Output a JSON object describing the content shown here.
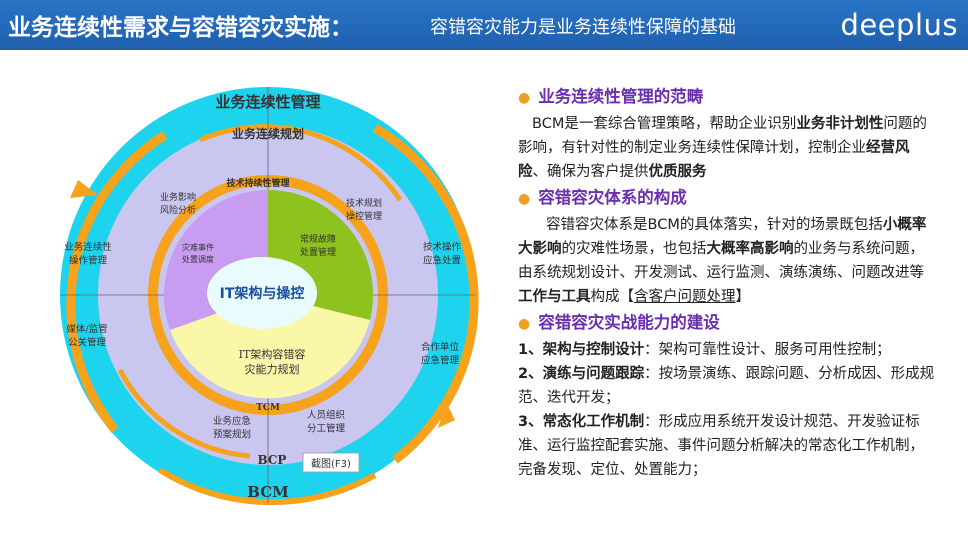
{
  "header": {
    "title_main": "业务连续性需求与容错容灾实施：",
    "title_sub": "容错容灾能力是业务连续性保障的基础",
    "logo": "deeplus"
  },
  "diagram": {
    "outer_ring": "业务连续性管理",
    "second_ring": "业务连续规划",
    "third_ring": "技术持续性管理",
    "center": "IT架构与操控",
    "bottom_labels": {
      "bcm": "BCM",
      "bcp": "BCP",
      "tcm": "TCM"
    },
    "pie": {
      "purple": "灾难事件\n处置调度",
      "green": "常规故障\n处置管理",
      "yellow": "IT架构容错容\n灾能力规划"
    },
    "ring_labels": {
      "biz_impact": "业务影响\n风险分析",
      "tech_plan": "技术规划\n操控管理",
      "bcm_ops": "业务连续性\n操作管理",
      "tech_ops": "技术操作\n应急处置",
      "media": "媒体/监管\n公关管理",
      "partner": "合作单位\n应急管理",
      "emergency_plan": "业务应急\n预案规划",
      "staff": "人员组织\n分工管理"
    },
    "tooltip": "截图(F3)"
  },
  "right": {
    "s1_head": "业务连续性管理的范畴",
    "s1": [
      "BCM是一套综合管理策略，帮助企业识别",
      "业务非计划性",
      "问题的影响，有针对性的制定业务连续性保障计划，控制企业",
      "经营风险",
      "、确保为客户提供",
      "优质服务"
    ],
    "s2_head": "容错容灾体系的构成",
    "s2": [
      "容错容灾体系是BCM的具体落实，针对的场景既包括",
      "小概率大影响",
      "的灾难性场景，也包括",
      "大概率高影响",
      "的业务与系统问题，由系统规划设计、开发测试、运行监测、演练演练、问题改进等",
      "工作与工具",
      "构成【",
      "含客户问题处理",
      "】"
    ],
    "s3_head": "容错容灾实战能力的建设",
    "items": [
      {
        "label": "1、架构与控制设计",
        "text": "：架构可靠性设计、服务可用性控制；"
      },
      {
        "label": "2、演练与问题跟踪",
        "text": "：按场景演练、跟踪问题、分析成因、形成规范、迭代开发；"
      },
      {
        "label": "3、常态化工作机制",
        "text": "：形成应用系统开发设计规范、开发验证标准、运行监控配套实施、事件问题分析解决的常态化工作机制，完备发现、定位、处置能力；"
      }
    ]
  },
  "colors": {
    "header": "#1f5fae",
    "outer_cyan": "#1ed3ee",
    "lavender": "#c9c6f0",
    "orange": "#f7a21b",
    "green": "#8dc21f",
    "purple": "#c89cf0",
    "yellow": "#fbf7a8",
    "center": "#e8fbfd",
    "heading": "#6a2fae"
  }
}
